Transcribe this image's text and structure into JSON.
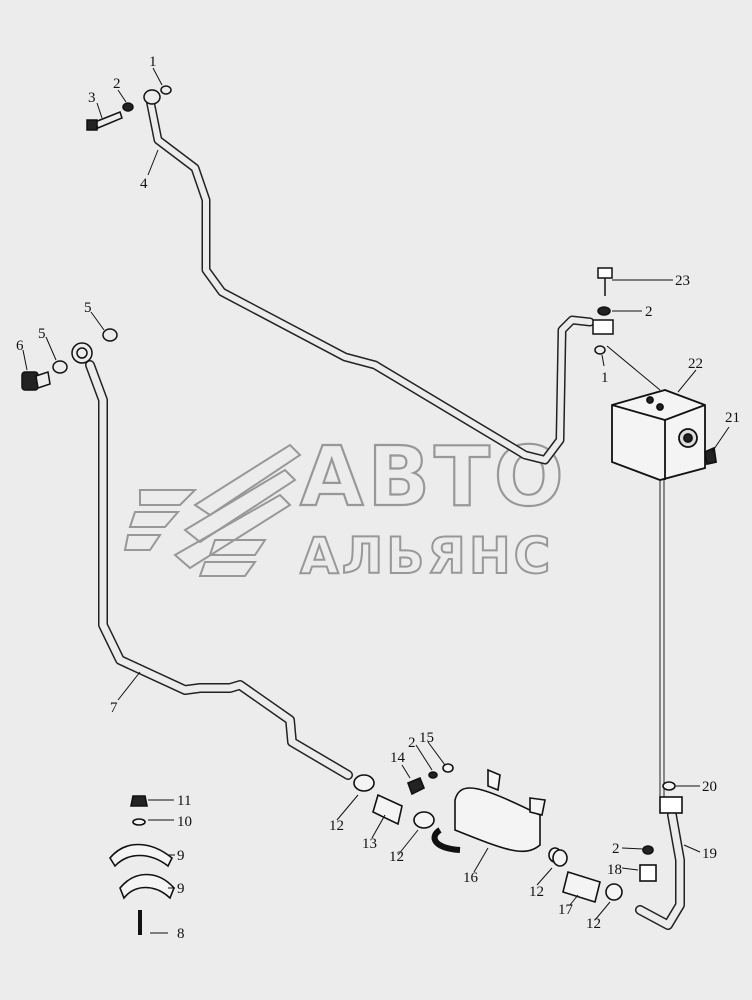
{
  "watermark": {
    "line1": "АВТО",
    "line2": "АЛЬЯНС"
  },
  "callouts": [
    "1",
    "2",
    "3",
    "4",
    "5",
    "5",
    "6",
    "7",
    "8",
    "9",
    "9",
    "10",
    "11",
    "12",
    "12",
    "12",
    "12",
    "13",
    "14",
    "15",
    "16",
    "17",
    "18",
    "19",
    "20",
    "21",
    "22",
    "23",
    "2",
    "1",
    "2",
    "2"
  ]
}
